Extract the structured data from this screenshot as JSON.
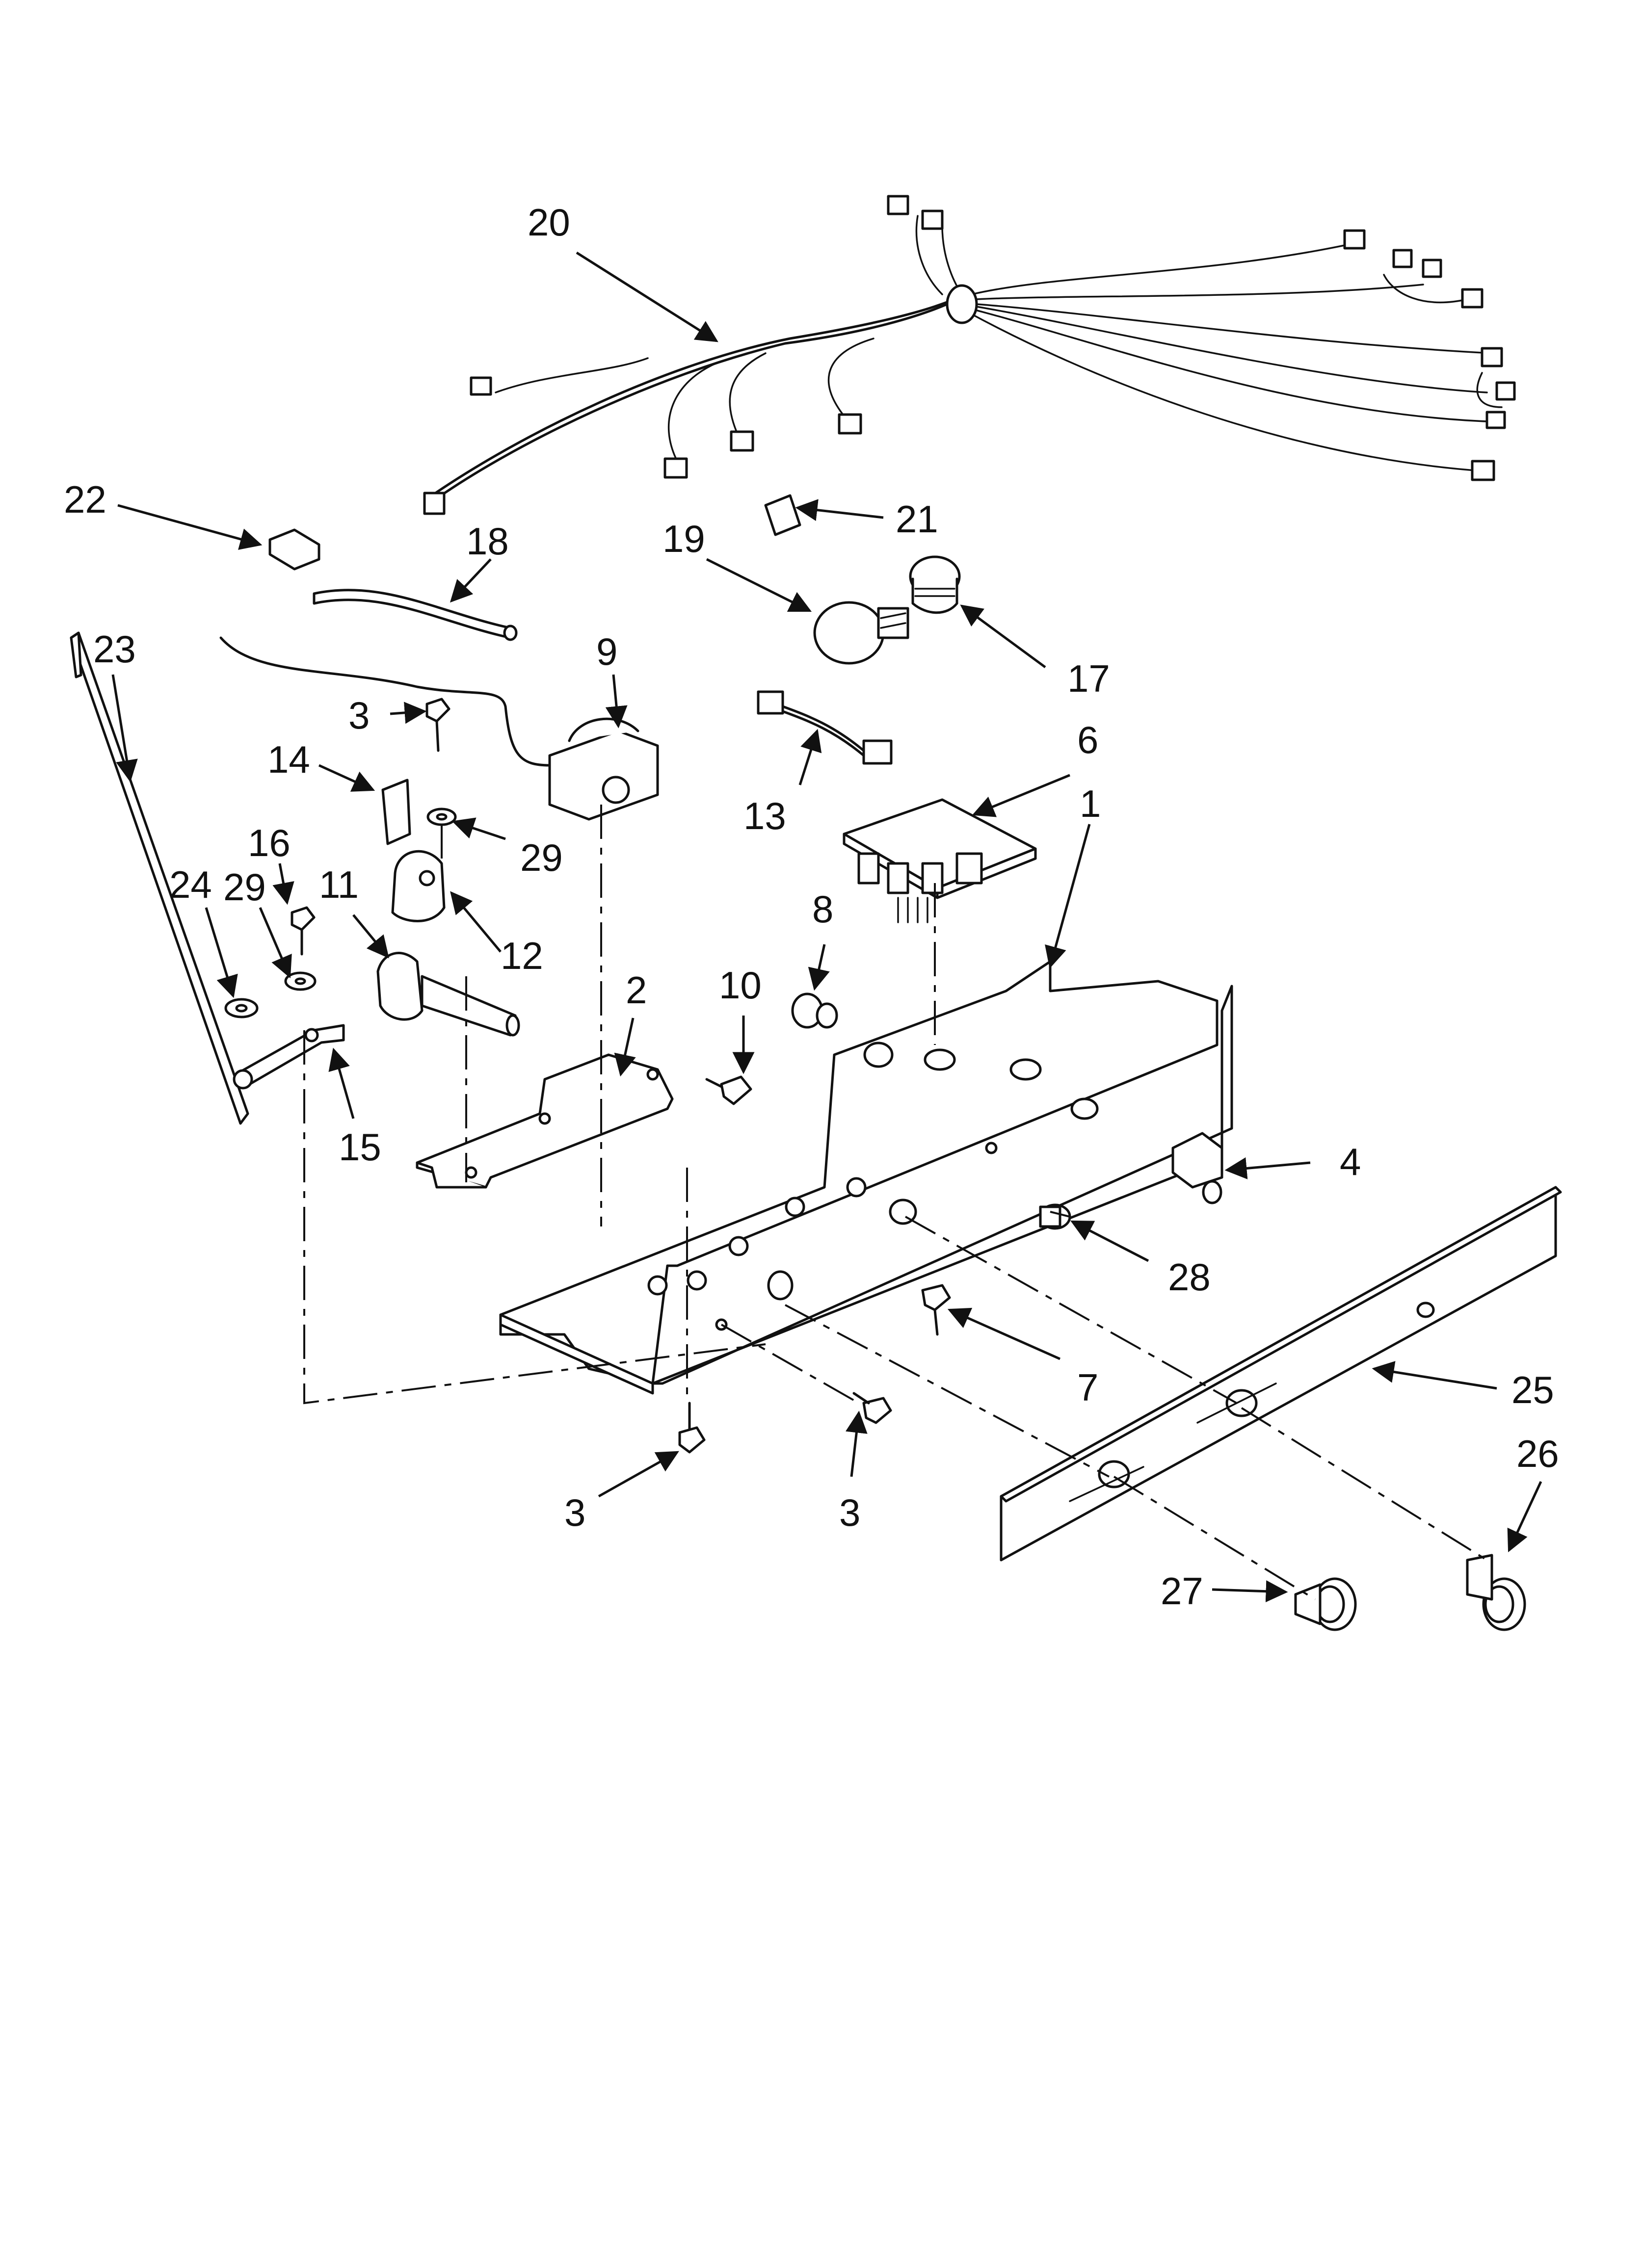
{
  "callouts": [
    {
      "id": "c20",
      "label": "20"
    },
    {
      "id": "c22",
      "label": "22"
    },
    {
      "id": "c21",
      "label": "21"
    },
    {
      "id": "c18",
      "label": "18"
    },
    {
      "id": "c19",
      "label": "19"
    },
    {
      "id": "c17",
      "label": "17"
    },
    {
      "id": "c23",
      "label": "23"
    },
    {
      "id": "c9",
      "label": "9"
    },
    {
      "id": "c3a",
      "label": "3"
    },
    {
      "id": "c14",
      "label": "14"
    },
    {
      "id": "c29a",
      "label": "29"
    },
    {
      "id": "c13",
      "label": "13"
    },
    {
      "id": "c6",
      "label": "6"
    },
    {
      "id": "c1",
      "label": "1"
    },
    {
      "id": "c16",
      "label": "16"
    },
    {
      "id": "c24",
      "label": "24"
    },
    {
      "id": "c29b",
      "label": "29"
    },
    {
      "id": "c11",
      "label": "11"
    },
    {
      "id": "c12",
      "label": "12"
    },
    {
      "id": "c8",
      "label": "8"
    },
    {
      "id": "c10",
      "label": "10"
    },
    {
      "id": "c2",
      "label": "2"
    },
    {
      "id": "c15",
      "label": "15"
    },
    {
      "id": "c4",
      "label": "4"
    },
    {
      "id": "c28",
      "label": "28"
    },
    {
      "id": "c7",
      "label": "7"
    },
    {
      "id": "c25",
      "label": "25"
    },
    {
      "id": "c26",
      "label": "26"
    },
    {
      "id": "c3b",
      "label": "3"
    },
    {
      "id": "c3c",
      "label": "3"
    },
    {
      "id": "c27",
      "label": "27"
    }
  ]
}
